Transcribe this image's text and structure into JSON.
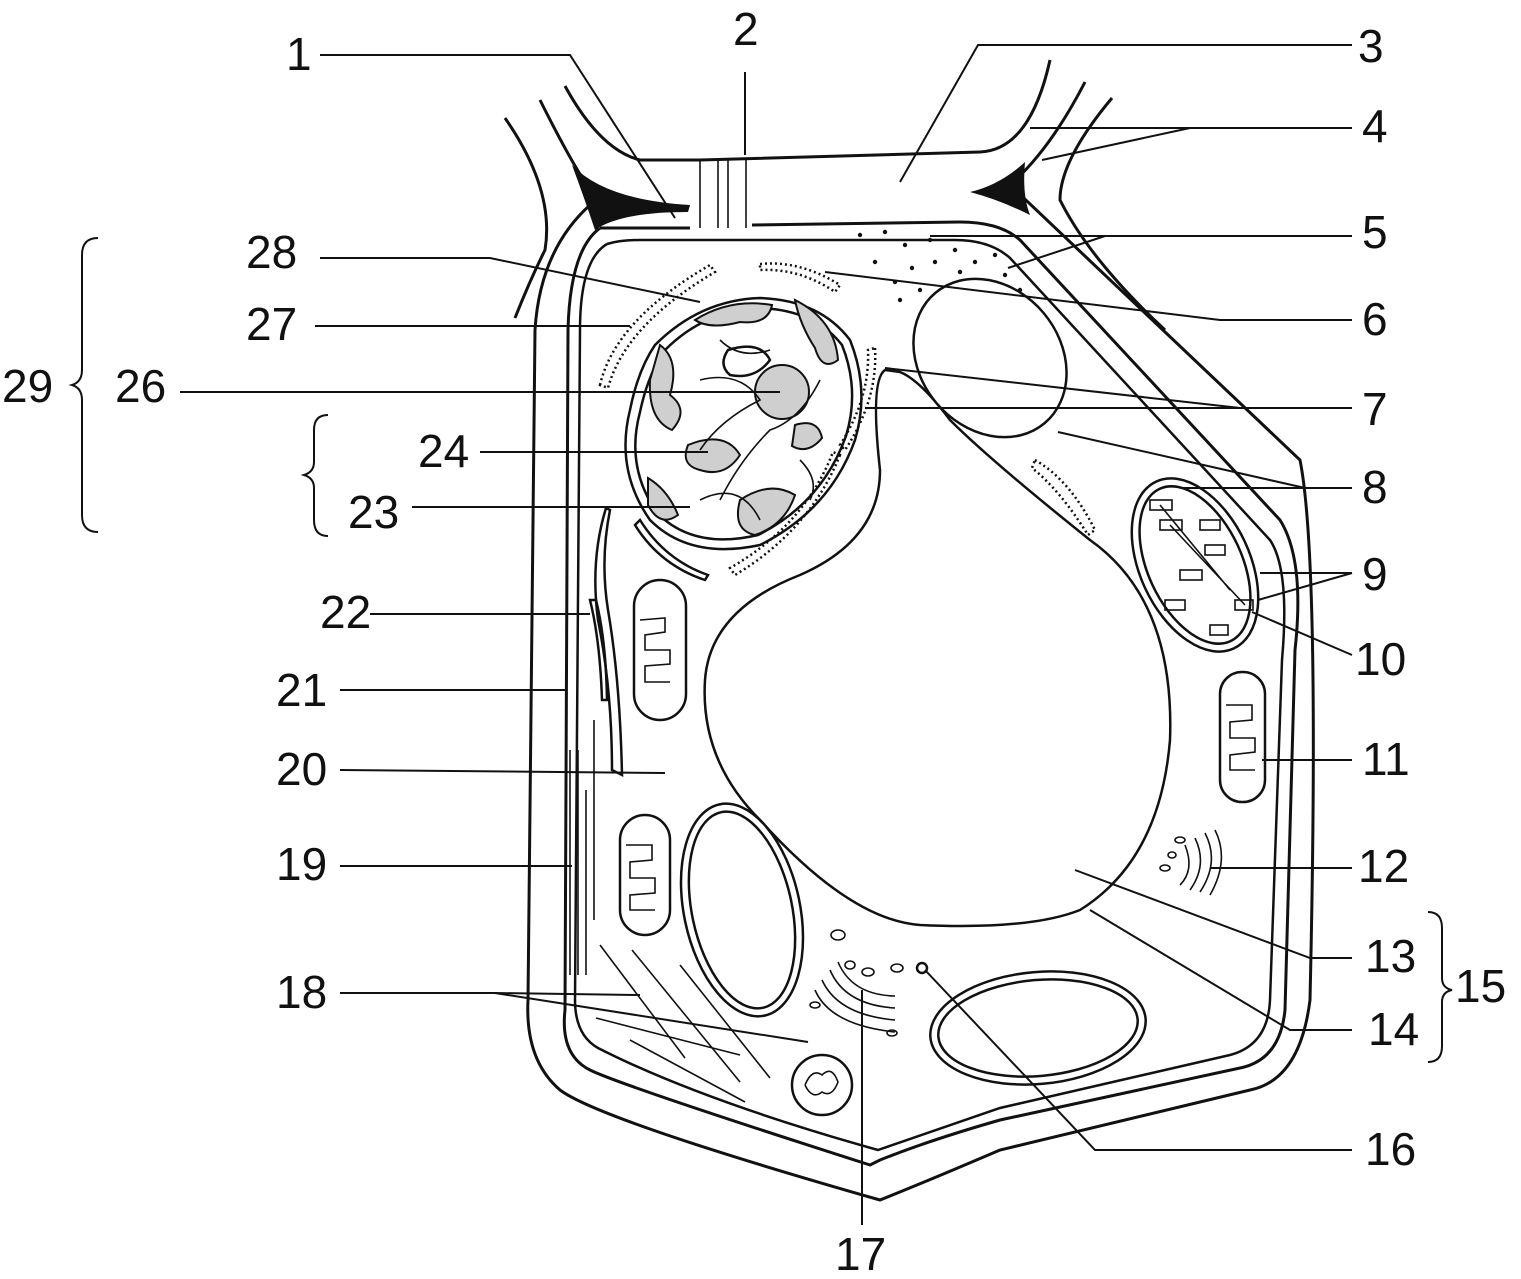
{
  "labels": {
    "l1": "1",
    "l2": "2",
    "l3": "3",
    "l4": "4",
    "l5": "5",
    "l6": "6",
    "l7": "7",
    "l8": "8",
    "l9": "9",
    "l10": "10",
    "l11": "11",
    "l12": "12",
    "l13": "13",
    "l14": "14",
    "l15": "15",
    "l16": "16",
    "l17": "17",
    "l18": "18",
    "l19": "19",
    "l20": "20",
    "l21": "21",
    "l22": "22",
    "l23": "23",
    "l24": "24",
    "l26": "26",
    "l27": "27",
    "l28": "28",
    "l29": "29"
  }
}
